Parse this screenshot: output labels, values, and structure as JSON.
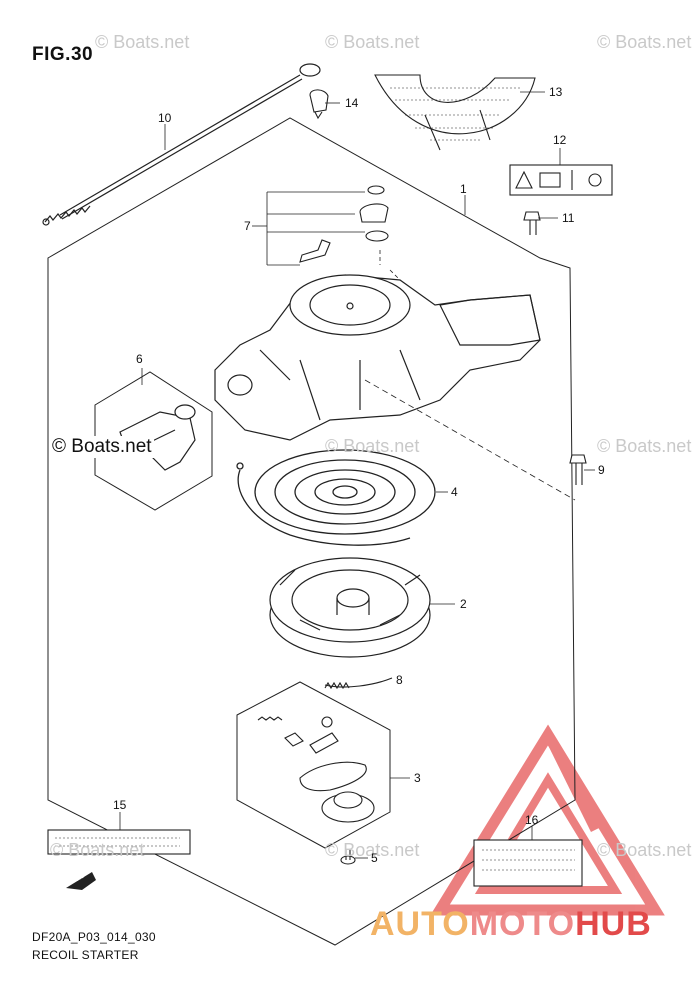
{
  "figure": {
    "title": "FIG.30"
  },
  "watermark": {
    "text": "© Boats.net"
  },
  "footer": {
    "code": "DF20A_P03_014_030",
    "name": "RECOIL STARTER"
  },
  "brand": {
    "part1": "AUTO",
    "part2": "MOTO",
    "part3": "HUB"
  },
  "colors": {
    "line": "#222222",
    "watermark": "#c9c9c9",
    "logo_red": "#e24a4a",
    "logo_orange": "#f2b366"
  },
  "parts": [
    {
      "number": "1"
    },
    {
      "number": "2"
    },
    {
      "number": "3"
    },
    {
      "number": "4"
    },
    {
      "number": "5"
    },
    {
      "number": "6"
    },
    {
      "number": "7"
    },
    {
      "number": "8"
    },
    {
      "number": "9"
    },
    {
      "number": "10"
    },
    {
      "number": "11"
    },
    {
      "number": "12"
    },
    {
      "number": "13"
    },
    {
      "number": "14"
    },
    {
      "number": "15"
    },
    {
      "number": "16"
    }
  ],
  "fwd_label": "FWD"
}
